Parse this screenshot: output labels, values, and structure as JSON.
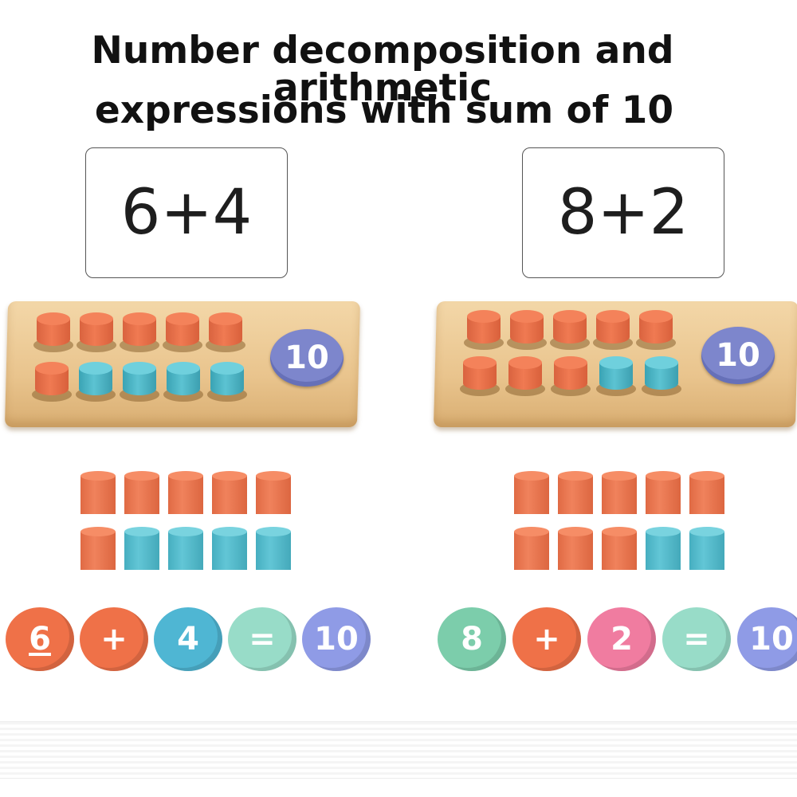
{
  "title": {
    "line1": "Number decomposition and arithmetic",
    "line2": "expressions with sum of 10"
  },
  "left": {
    "card": "6+4",
    "board_total": "10",
    "board_row1": [
      "orange",
      "orange",
      "orange",
      "orange",
      "orange"
    ],
    "board_row2": [
      "orange",
      "teal",
      "teal",
      "teal",
      "teal"
    ],
    "loose_row1": [
      "orange",
      "orange",
      "orange",
      "orange",
      "orange"
    ],
    "loose_row2": [
      "orange",
      "teal",
      "teal",
      "teal",
      "teal"
    ],
    "coins": [
      {
        "label": "6",
        "color": "orange"
      },
      {
        "label": "+",
        "color": "orange"
      },
      {
        "label": "4",
        "color": "blue"
      },
      {
        "label": "=",
        "color": "mint"
      },
      {
        "label": "10",
        "color": "violet"
      }
    ]
  },
  "right": {
    "card": "8+2",
    "board_total": "10",
    "board_row1": [
      "orange",
      "orange",
      "orange",
      "orange",
      "orange"
    ],
    "board_row2": [
      "orange",
      "orange",
      "orange",
      "teal",
      "teal"
    ],
    "loose_row1": [
      "orange",
      "orange",
      "orange",
      "orange",
      "orange"
    ],
    "loose_row2": [
      "orange",
      "orange",
      "orange",
      "teal",
      "teal"
    ],
    "coins": [
      {
        "label": "8",
        "color": "green"
      },
      {
        "label": "+",
        "color": "orange"
      },
      {
        "label": "2",
        "color": "pink"
      },
      {
        "label": "=",
        "color": "mint"
      },
      {
        "label": "10",
        "color": "violet"
      }
    ]
  },
  "colors": {
    "orange": "#ef7148",
    "teal": "#5cc3d2",
    "violet": "#8f9be6",
    "wood": "#e9c48d"
  }
}
